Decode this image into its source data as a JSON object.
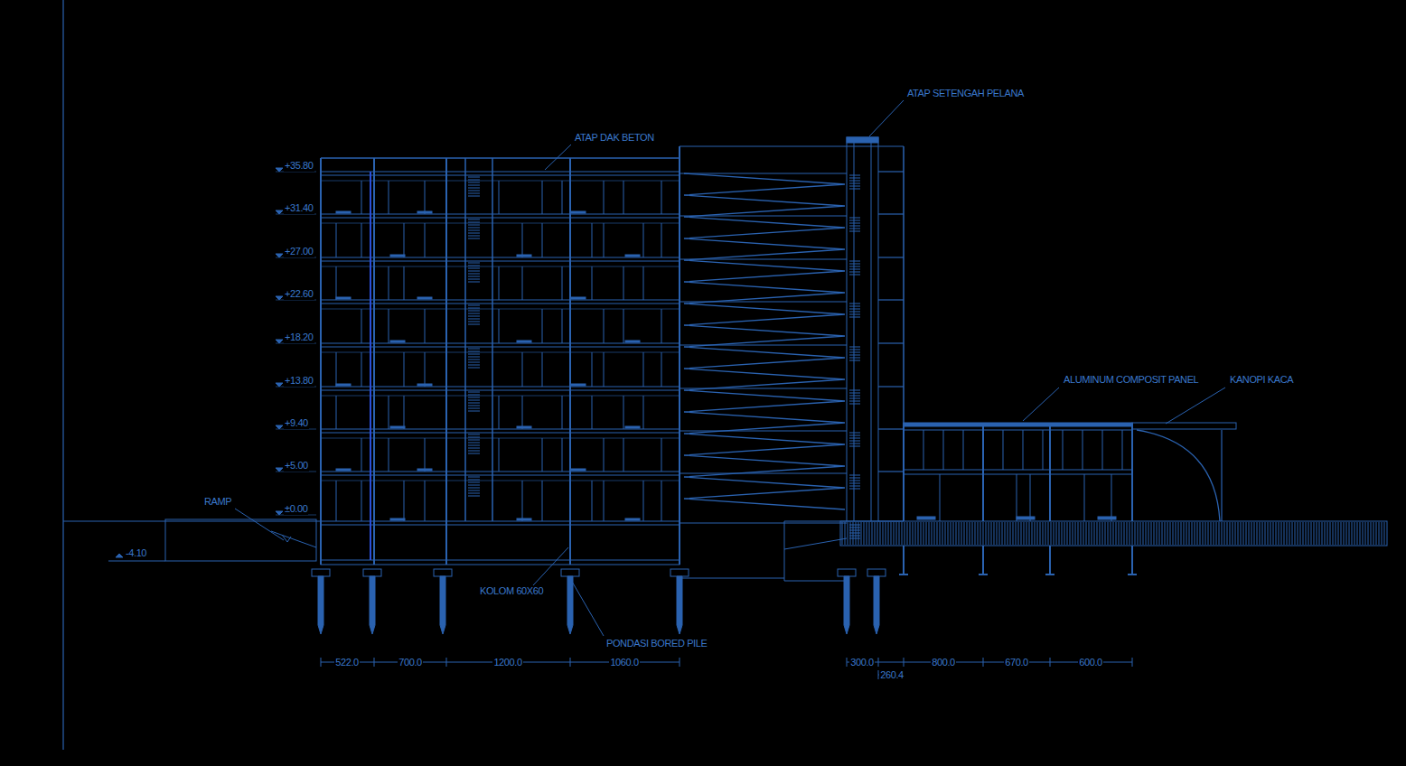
{
  "diagram": {
    "labels": [
      "ATAP DAK BETON",
      "ATAP SETENGAH PELANA",
      "ALUMINUM COMPOSIT PANEL",
      "KANOPI KACA",
      "RAMP",
      "KOLOM 60X60",
      "PONDASI BORED PILE",
      "+35.80",
      "+31.40",
      "+27.00",
      "+22.60",
      "+18.20",
      "+13.80",
      "+9.40",
      "+5.00",
      "±0.00",
      "-4.10",
      "522.0",
      "700.0",
      "1200.0",
      "1060.0",
      "300.0",
      "260.4",
      "800.0",
      "670.0",
      "600.0"
    ]
  }
}
